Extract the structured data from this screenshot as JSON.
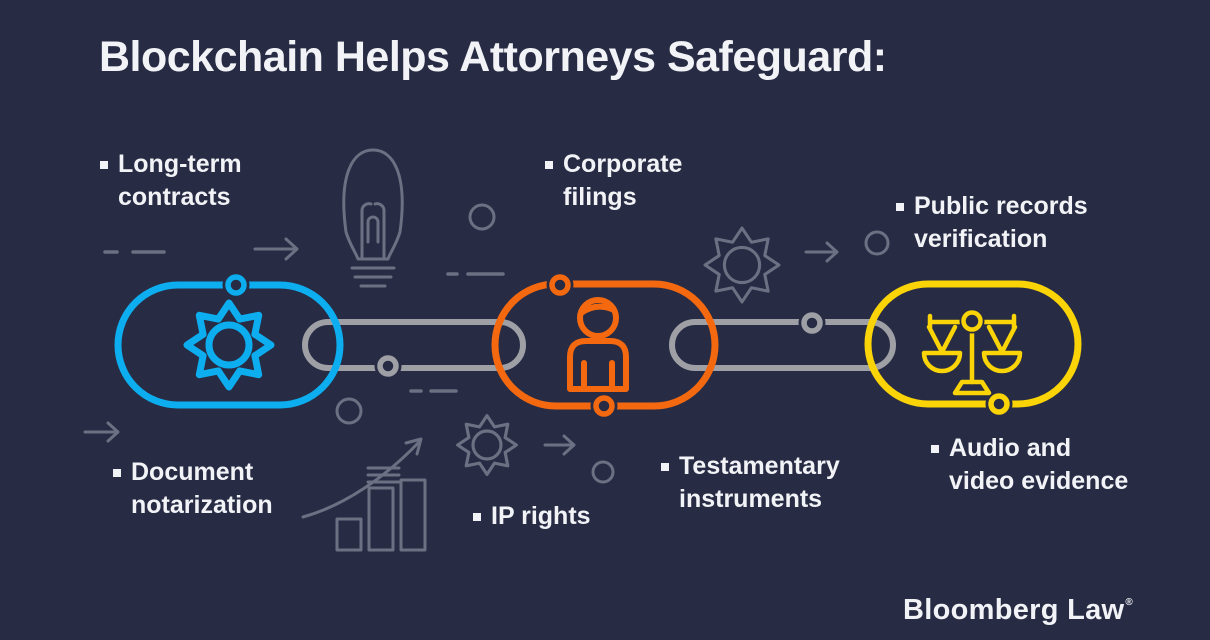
{
  "title": "Blockchain Helps Attorneys Safeguard:",
  "labels": {
    "long_term_contracts": {
      "line1": "Long-term",
      "line2": "contracts"
    },
    "corporate_filings": {
      "line1": "Corporate",
      "line2": "filings"
    },
    "public_records": {
      "line1": "Public records",
      "line2": "verification"
    },
    "document_notarization": {
      "line1": "Document",
      "line2": "notarization"
    },
    "ip_rights": {
      "line1": "IP rights",
      "line2": ""
    },
    "testamentary_instruments": {
      "line1": "Testamentary",
      "line2": "instruments"
    },
    "audio_video_evidence": {
      "line1": "Audio and",
      "line2": "video evidence"
    }
  },
  "chain": {
    "links": [
      {
        "id": "blue-link",
        "icon": "gear-icon",
        "color_key": "blue"
      },
      {
        "id": "orange-link",
        "icon": "person-icon",
        "color_key": "orange"
      },
      {
        "id": "yellow-link",
        "icon": "scales-icon",
        "color_key": "yellow"
      }
    ],
    "connector_color_key": "gray"
  },
  "decor_icons": [
    "lightbulb-icon",
    "gear-icon",
    "gear-icon",
    "bar-chart-growth-icon",
    "arrow-right-icon",
    "arrow-right-icon",
    "arrow-right-icon",
    "arrow-right-icon",
    "circle-icon",
    "circle-icon",
    "circle-icon",
    "circle-icon",
    "dashes-icon",
    "dashes-icon",
    "dashes-icon"
  ],
  "footer": {
    "brand": "Bloomberg Law",
    "mark": "®"
  },
  "colors": {
    "background": "#272B44",
    "text": "#F2F3F6",
    "blue": "#0DAEEF",
    "orange": "#F4690F",
    "yellow": "#FAD406",
    "gray": "#9EA0A6",
    "decor": "#6B7082"
  }
}
